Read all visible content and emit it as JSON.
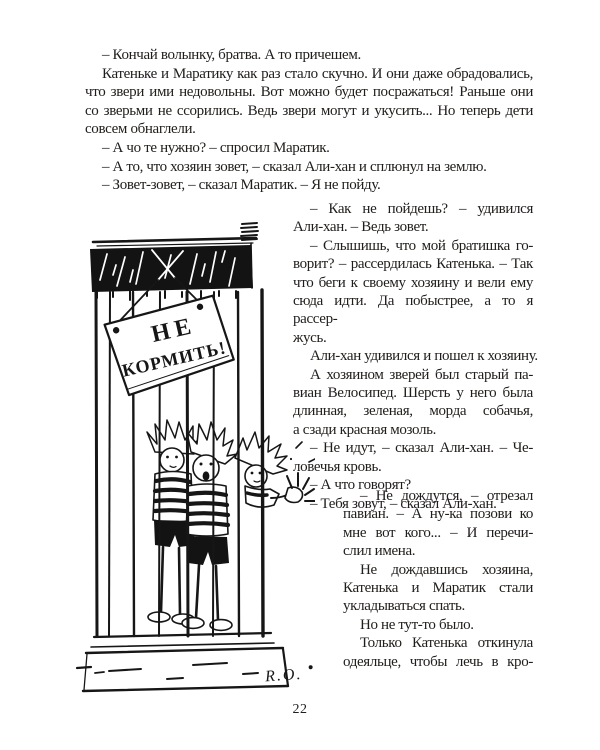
{
  "page": {
    "number": "22",
    "paper_color": "#ffffff",
    "ink_color": "#201d1a"
  },
  "story": {
    "top_block": [
      {
        "t": "– Кончай волынку, братва. А то причешем.",
        "i": true,
        "j": false
      },
      {
        "t": "Катеньке и Маратику как раз стало скучно. И они даже обрадовались,",
        "i": true,
        "j": true
      },
      {
        "t": "что звери ими недовольны. Вот можно будет посражаться! Раньше они",
        "i": false,
        "j": true
      },
      {
        "t": "со зверьми не ссорились. Ведь звери могут и укусить... Но теперь дети",
        "i": false,
        "j": true
      },
      {
        "t": "совсем обнаглели.",
        "i": false,
        "j": false
      },
      {
        "t": "– А чо те нужно? – спросил Маратик.",
        "i": true,
        "j": false
      },
      {
        "t": "– А то, что хозяин зовет, – сказал Али-хан и сплюнул на землю.",
        "i": true,
        "j": false
      },
      {
        "t": "– Зовет-зовет, – сказал Маратик. – Я не пойду.",
        "i": true,
        "j": false
      }
    ],
    "right_column_upper": [
      {
        "t": "– Как не пойдешь? – удивился",
        "i": true,
        "j": true
      },
      {
        "t": "Али-хан. – Ведь зовет.",
        "i": false,
        "j": false
      },
      {
        "t": "– Слышишь, что мой братишка го-",
        "i": true,
        "j": true
      },
      {
        "t": "ворит? – рассердилась Катенька. – Так",
        "i": false,
        "j": true
      },
      {
        "t": "что беги к своему хозяину и вели ему",
        "i": false,
        "j": true
      },
      {
        "t": "сюда идти. Да побыстрее, а то я рассер-",
        "i": false,
        "j": true
      },
      {
        "t": "жусь.",
        "i": false,
        "j": false
      },
      {
        "t": "Али-хан удивился и пошел к хозяину.",
        "i": true,
        "j": false
      },
      {
        "t": "А хозяином зверей был старый па-",
        "i": true,
        "j": true
      },
      {
        "t": "виан Велосипед. Шерсть у него была",
        "i": false,
        "j": true
      },
      {
        "t": "длинная, зеленая, морда собачья,",
        "i": false,
        "j": true
      },
      {
        "t": "а сзади красная мозоль.",
        "i": false,
        "j": false
      },
      {
        "t": "– Не идут, – сказал Али-хан. – Че-",
        "i": true,
        "j": true
      },
      {
        "t": "ловечья кровь.",
        "i": false,
        "j": false
      },
      {
        "t": "– А что говорят?",
        "i": true,
        "j": false
      },
      {
        "t": "– Тебя зовут, – сказал Али-хан.",
        "i": true,
        "j": false
      }
    ],
    "right_column_lower": [
      {
        "t": "– Не дождутся, – отрезал",
        "i": true,
        "j": true
      },
      {
        "t": "павиан. – А ну-ка позови ко",
        "i": false,
        "j": true
      },
      {
        "t": "мне вот кого... – И перечи-",
        "i": false,
        "j": true
      },
      {
        "t": "слил имена.",
        "i": false,
        "j": false
      },
      {
        "t": "Не дождавшись хозяина,",
        "i": true,
        "j": true
      },
      {
        "t": "Катенька и Маратик стали",
        "i": false,
        "j": true
      },
      {
        "t": "укладываться спать.",
        "i": false,
        "j": false
      },
      {
        "t": "Но не тут-то было.",
        "i": true,
        "j": false
      },
      {
        "t": "Только Катенька откинула",
        "i": true,
        "j": true
      },
      {
        "t": "одеяльце, чтобы лечь в кро-",
        "i": false,
        "j": true
      }
    ]
  },
  "illustration": {
    "description": "children-in-cage-ink-drawing",
    "sign": {
      "line1": "НЕ",
      "line2": "КОРМИТЬ!"
    },
    "artist_signature": "R.O."
  }
}
